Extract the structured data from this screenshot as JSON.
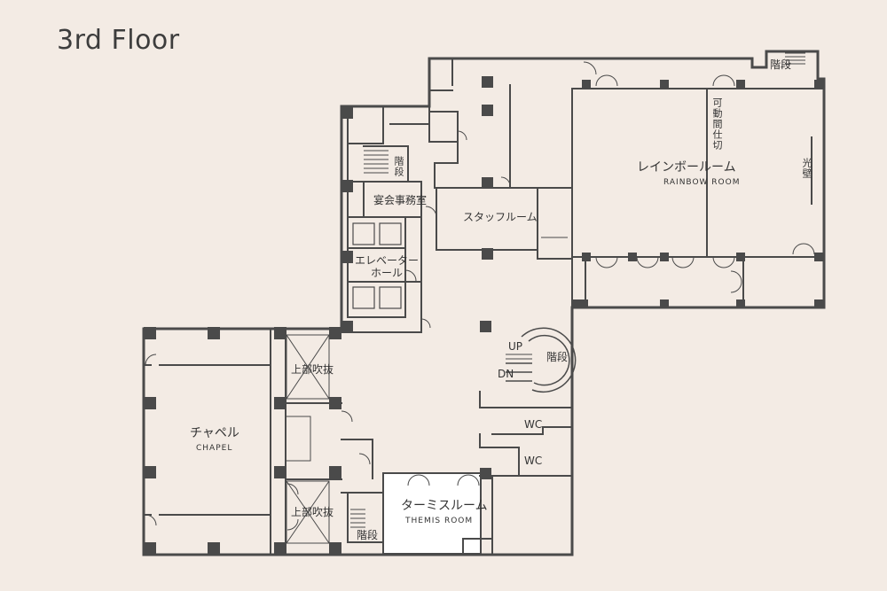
{
  "title": "3rd Floor",
  "colors": {
    "background": "#f3ebe4",
    "wall": "#4a4a4a",
    "pillar": "#4a4a4a",
    "room_highlight": "#ffffff"
  },
  "rooms": {
    "rainbow": {
      "jp": "レインボールーム",
      "en": "RAINBOW ROOM"
    },
    "chapel": {
      "jp": "チャペル",
      "en": "CHAPEL"
    },
    "themis": {
      "jp": "ターミスルーム",
      "en": "THEMIS ROOM"
    },
    "staff": {
      "jp": "スタッフルーム"
    },
    "banquet_office": {
      "jp": "宴会事務室"
    },
    "elevator_hall": {
      "jp": "エレベーター\nホール"
    },
    "partition": {
      "jp": "可動間仕切"
    },
    "light_wall": {
      "jp": "光壁"
    }
  },
  "labels": {
    "stairs": "階段",
    "atrium": "上部吹抜",
    "wc": "WC",
    "up": "UP",
    "dn": "DN"
  }
}
